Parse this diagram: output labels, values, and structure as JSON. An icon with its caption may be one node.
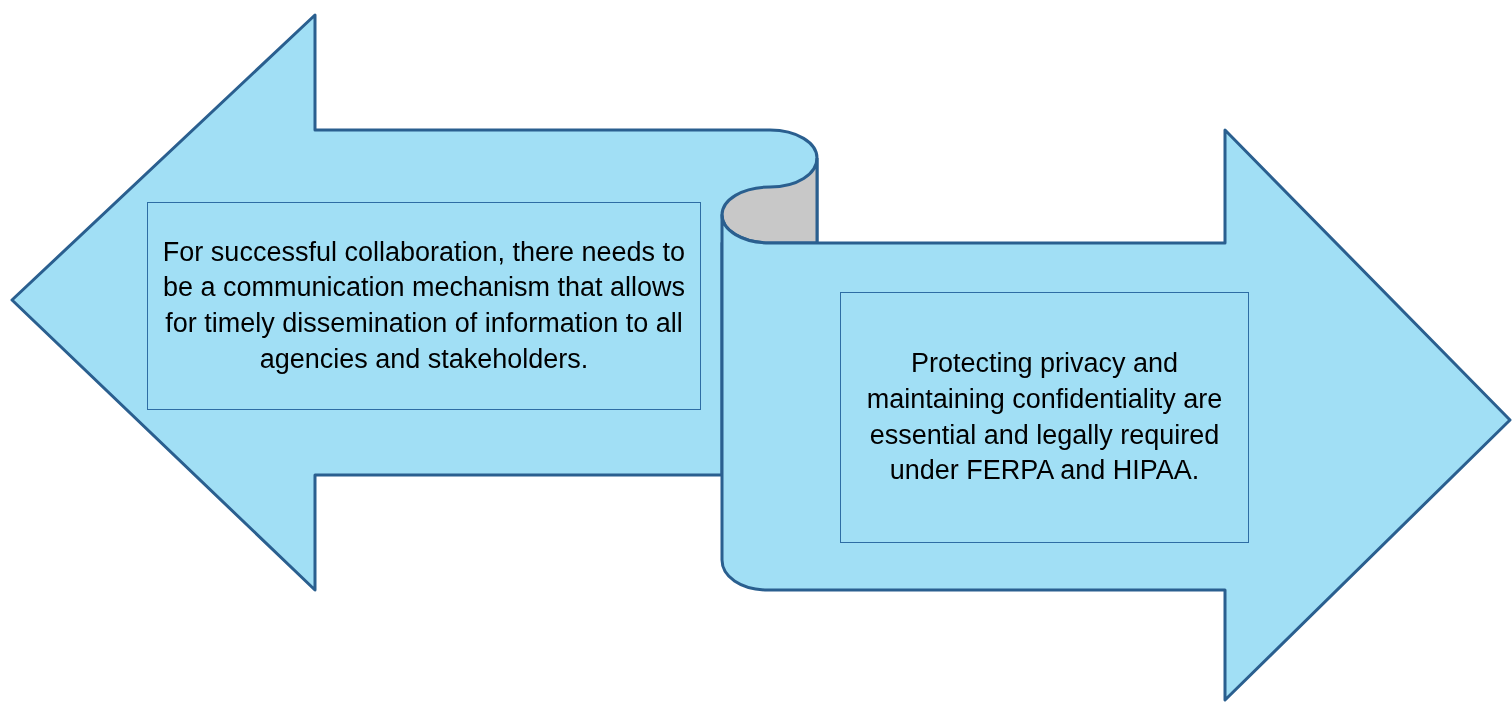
{
  "diagram": {
    "nodes": [
      {
        "text": [],
        "shape": "arrow"
      },
      {
        "text": [
          "For successful collaboration, there needs to be a communication mechanism that allows for timely dissemination of information to all agencies and stakeholders."
        ],
        "in": 0
      },
      {
        "text": [],
        "shape": "arrow"
      },
      {
        "text": [
          "Protecting privacy and maintaining confidentiality are essential and legally required under FERPA and HIPAA."
        ],
        "in": 2
      }
    ]
  }
}
